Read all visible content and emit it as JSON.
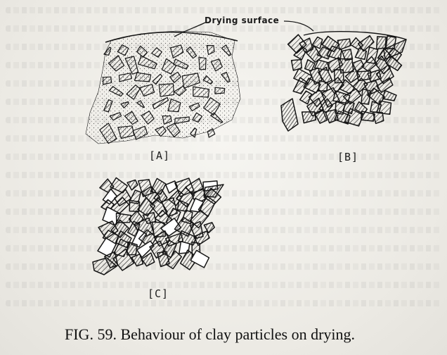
{
  "diagram": {
    "callout": "Drying surface",
    "panels": [
      {
        "id": "A",
        "label": "[A]"
      },
      {
        "id": "B",
        "label": "[B]"
      },
      {
        "id": "C",
        "label": "[C]"
      }
    ]
  },
  "caption": "FIG. 59. Behaviour of clay particles on drying."
}
